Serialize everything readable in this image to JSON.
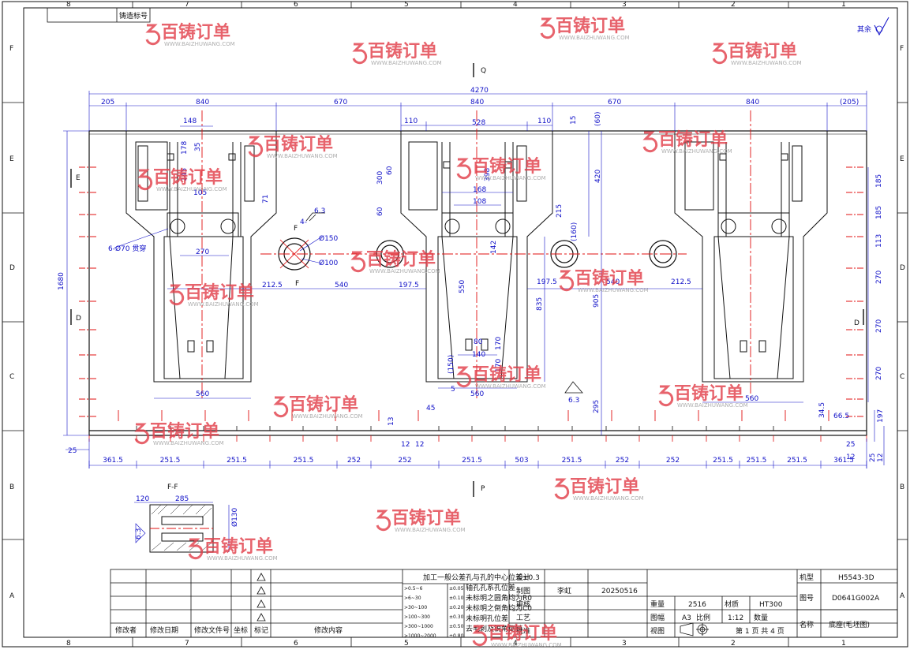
{
  "border": {
    "columns": [
      "8",
      "7",
      "6",
      "5",
      "4",
      "3",
      "2",
      "1"
    ],
    "rows": [
      "F",
      "E",
      "D",
      "C",
      "B",
      "A"
    ]
  },
  "drawing_labels": {
    "corner_stamp": "铸造标号",
    "surface_finish": "其余",
    "view_q": "Q",
    "view_p": "P",
    "section_e": "E",
    "section_d": "D",
    "section_f": "F",
    "section_title": "F-F",
    "hole_note": "6-Ø70 贯穿",
    "roughness_main": "4-",
    "roughness_value": "6.3",
    "roughness_bottom": "6.3",
    "phi150": "Ø150",
    "phi100": "Ø100",
    "phi130": "Ø130"
  },
  "dimensions": {
    "top_overall": "4270",
    "top_chain": [
      "205",
      "840",
      "670",
      "840",
      "670",
      "840",
      "(205)"
    ],
    "bottom_chain": [
      "361.5",
      "251.5",
      "251.5",
      "251.5",
      "252",
      "252",
      "251.5",
      "503",
      "251.5",
      "252",
      "252",
      "251.5",
      "251.5",
      "251.5",
      "361.5"
    ],
    "left_height": "1680",
    "right_chain": [
      "185",
      "185",
      "113",
      "270",
      "270",
      "270"
    ],
    "left_block": {
      "w148": "148",
      "h178": "178",
      "h35": "35",
      "h145": "145",
      "w105": "105",
      "h71": "71",
      "w270": "270",
      "w560": "560"
    },
    "center_block": {
      "w110a": "110",
      "w528": "528",
      "w110b": "110",
      "h15": "15",
      "h60a": "(60)",
      "h60b": "60",
      "h300": "300",
      "h60c": "60",
      "h420": "420",
      "w168": "168",
      "w108": "108",
      "h398": "398",
      "h215": "215",
      "h160": "(160)",
      "h142": "142",
      "h550": "550",
      "h835": "835",
      "h905": "905",
      "w80": "80",
      "w140": "140",
      "h170a": "170",
      "h170b": "170",
      "h150": "(150)",
      "w560": "560",
      "w5": "5",
      "h295": "295"
    },
    "between": {
      "w212a": "212.5",
      "w540a": "540",
      "w197a": "197.5",
      "w197b": "197.5",
      "w540b": "540",
      "w212b": "212.5"
    },
    "bottom_small": {
      "w45": "45",
      "w13": "13",
      "w12a": "12",
      "w12b": "12",
      "w25a": "25",
      "w25b": "25",
      "w12c": "12",
      "w25c": "25",
      "w12d": "12",
      "w34": "34.5",
      "w66": "66.5",
      "w197": "197"
    },
    "right_block": {
      "w560": "560"
    },
    "section": {
      "w120": "120",
      "w285": "285"
    }
  },
  "title_block": {
    "revision_headers": [
      "修改者",
      "修改日期",
      "修改文件号",
      "坐标",
      "标记",
      "修改内容"
    ],
    "tolerance_title": "加工一般公差",
    "tolerance_ranges": [
      ">0.5~6",
      ">6~30",
      ">30~100",
      ">100~300",
      ">300~1000",
      ">1000~2000"
    ],
    "tolerance_values": [
      "±0.05",
      "±0.10",
      "±0.20",
      "±0.30",
      "±0.50",
      "±0.80"
    ],
    "tolerance_notes": [
      "孔与孔的中心位差±0.3",
      "轴孔孔系孔位差",
      "未标明之圆角均为R0",
      "未标明之倒角均为C0",
      "未标明孔位差",
      "去毛刺及锐角倒钝"
    ],
    "sign_labels": [
      "设计",
      "制图",
      "审核",
      "工艺",
      "批准"
    ],
    "drawer": "李虹",
    "date": "20250516",
    "weight_label": "重量",
    "weight_value": "2516",
    "material_label": "材质",
    "material_value": "HT300",
    "sheet_label": "图幅",
    "sheet_value": "A3",
    "scale_label": "比例",
    "scale_value": "1:12",
    "qty_label": "数量",
    "view_label": "视图",
    "page_text": "第 1 页 共 4 页",
    "model_label": "机型",
    "model_value": "H5543-3D",
    "drawing_no_label": "图号",
    "drawing_no_value": "D0641G002A",
    "name_label": "名称",
    "name_value": "底座(毛坯图)"
  },
  "watermark": {
    "text": "百铸订单",
    "url": "WWW.BAIZHUWANG.COM"
  },
  "colors": {
    "dimension": "#1010c8",
    "outline": "#111111",
    "centerline": "#e01010",
    "watermark": "#e23d48"
  }
}
